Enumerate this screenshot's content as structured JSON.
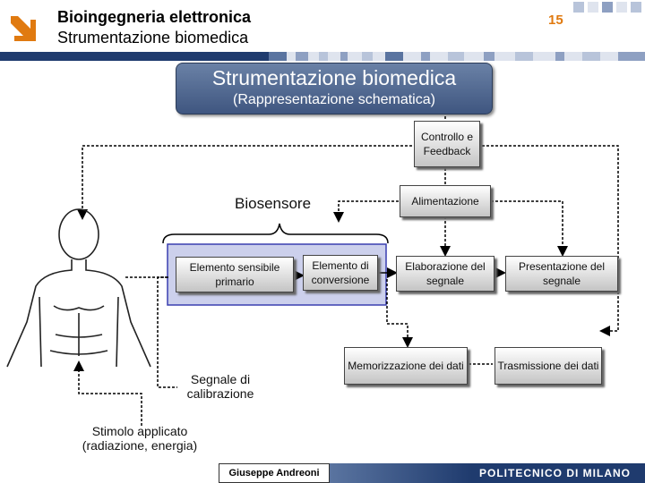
{
  "header": {
    "title": "Bioingegneria elettronica",
    "subtitle": "Strumentazione biomedica",
    "page_number": "15"
  },
  "slide_title": {
    "main": "Strumentazione biomedica",
    "sub": "(Rappresentazione schematica)"
  },
  "diagram": {
    "biosensor_label": "Biosensore",
    "nodes": {
      "control": "Controllo e Feedback",
      "power": "Alimentazione",
      "sensing_element": "Elemento sensibile primario",
      "conversion_element": "Elemento di conversione",
      "signal_processing": "Elaborazione del segnale",
      "signal_display": "Presentazione del segnale",
      "data_storage": "Memorizzazione dei dati",
      "data_transmission": "Trasmissione dei dati"
    },
    "calibration_label": "Segnale di calibrazione",
    "stimulus_label": "Stimolo applicato (radiazione, energia)"
  },
  "footer": {
    "author": "Giuseppe Andreoni",
    "institution": "POLITECNICO DI MILANO"
  },
  "colors": {
    "accent_orange": "#e07a10",
    "title_blue": "#4a6290",
    "biosensor_fill": "#ccd0ec",
    "biosensor_border": "#3a3fb0",
    "footer_blue": "#1f3b6e"
  }
}
